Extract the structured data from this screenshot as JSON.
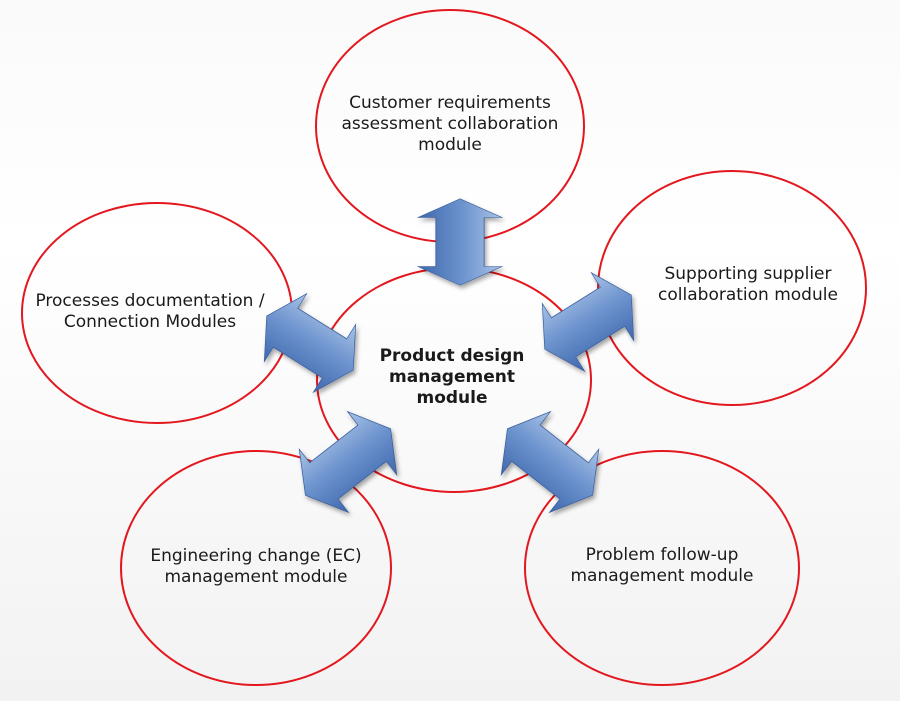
{
  "diagram": {
    "center": {
      "lines": [
        "Product design",
        "management",
        "module"
      ]
    },
    "nodes": [
      {
        "id": "customer",
        "lines": [
          "Customer requirements",
          "assessment collaboration",
          "module"
        ]
      },
      {
        "id": "supplier",
        "lines": [
          "Supporting supplier",
          "collaboration module"
        ]
      },
      {
        "id": "problem",
        "lines": [
          "Problem follow-up",
          "management module"
        ]
      },
      {
        "id": "engineering",
        "lines": [
          "Engineering change (EC)",
          "management module"
        ]
      },
      {
        "id": "processes",
        "lines": [
          "Processes documentation /",
          "Connection Modules"
        ]
      }
    ],
    "colors": {
      "ellipse_stroke": "#e3171e",
      "arrow_light": "#a9c3e6",
      "arrow_mid": "#6f95cf",
      "arrow_dark": "#3f68ad",
      "text": "#1a1a1a"
    }
  }
}
